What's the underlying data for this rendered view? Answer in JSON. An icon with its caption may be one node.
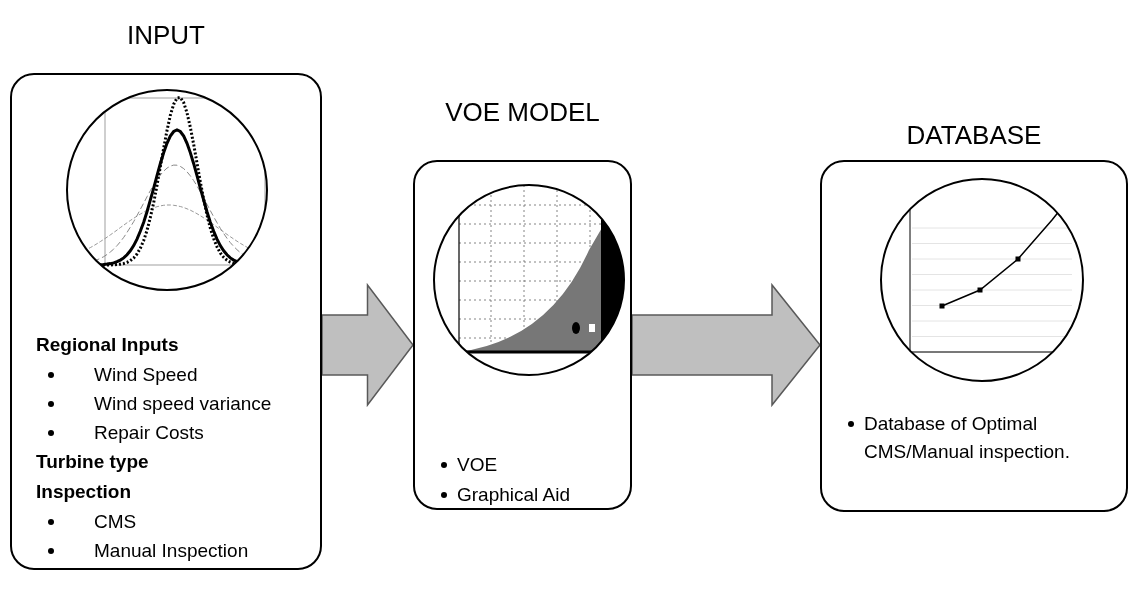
{
  "diagram": {
    "nodes": [
      {
        "text": [
          "INPUT",
          "Regional Inputs",
          "Wind Speed",
          "Wind speed variance",
          "Repair Costs",
          "Turbine type",
          "Inspection",
          "CMS",
          "Manual Inspection"
        ]
      },
      {
        "text": [
          "VOE MODEL",
          "VOE",
          "Graphical Aid"
        ]
      },
      {
        "text": [
          "DATABASE",
          "Database of Optimal CMS/Manual inspection."
        ]
      }
    ],
    "edges": [
      {
        "from": 0,
        "to": 1,
        "arrow": "to",
        "style": "thick"
      },
      {
        "from": 1,
        "to": 2,
        "arrow": "to",
        "style": "thick"
      }
    ]
  }
}
